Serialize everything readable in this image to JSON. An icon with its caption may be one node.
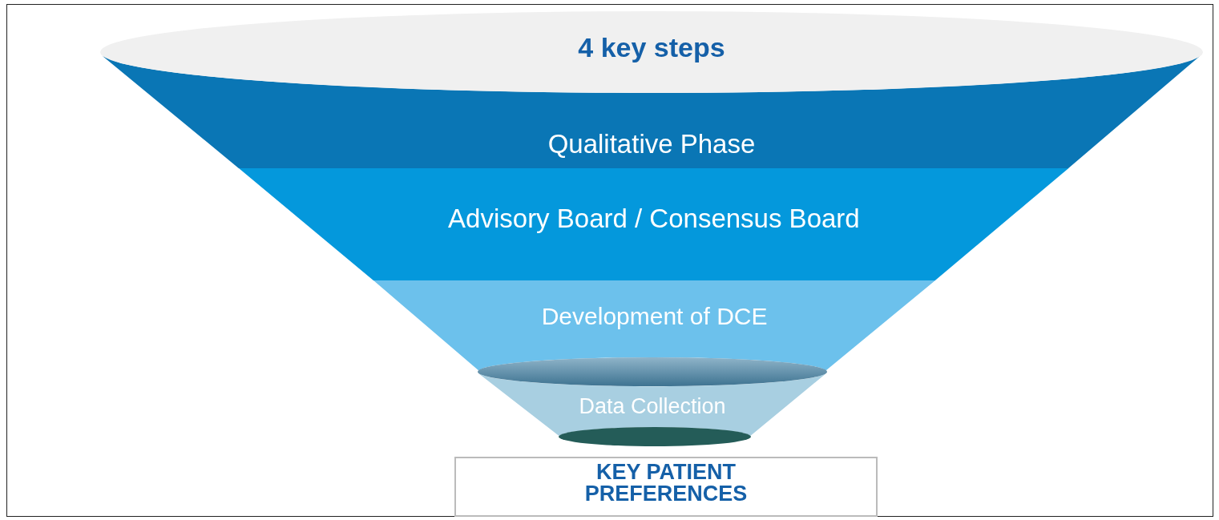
{
  "diagram": {
    "nodes": [
      {
        "text": [
          "4 key steps"
        ]
      },
      {
        "text": [
          "Qualitative Phase"
        ]
      },
      {
        "text": [
          "Advisory Board / Consensus Board"
        ]
      },
      {
        "text": [
          "Development of DCE"
        ]
      },
      {
        "text": [],
        "shape": "ellipse"
      },
      {
        "text": [
          "Data Collection"
        ]
      },
      {
        "text": [],
        "shape": "ellipse"
      },
      {
        "text": [
          "KEY PATIENT PREFERENCES"
        ]
      }
    ]
  }
}
